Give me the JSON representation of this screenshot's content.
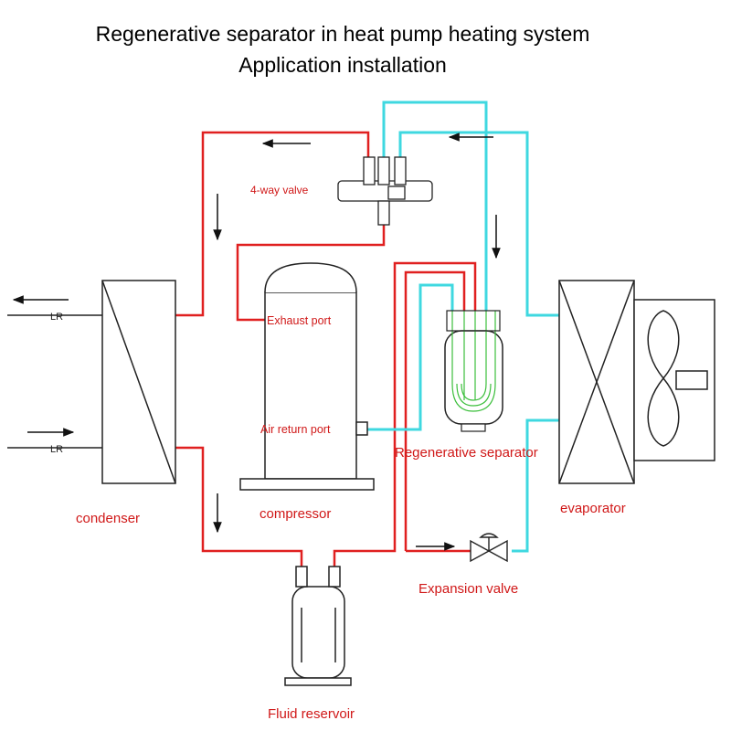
{
  "title": {
    "line1": "Regenerative separator in heat pump heating system",
    "line2": "Application installation"
  },
  "labels": {
    "four_way_valve": "4-way valve",
    "exhaust_port": "Exhaust port",
    "air_return_port": "Air return port",
    "regenerative_separator": "Regenerative separator",
    "condenser": "condenser",
    "compressor": "compressor",
    "evaporator": "evaporator",
    "expansion_valve": "Expansion valve",
    "fluid_reservoir": "Fluid reservoir",
    "lr_top": "LR",
    "lr_bottom": "LR"
  },
  "colors": {
    "hot_line": "#e02020",
    "cold_line": "#3fd8e0",
    "label_red": "#d01818",
    "outline": "#222222"
  }
}
